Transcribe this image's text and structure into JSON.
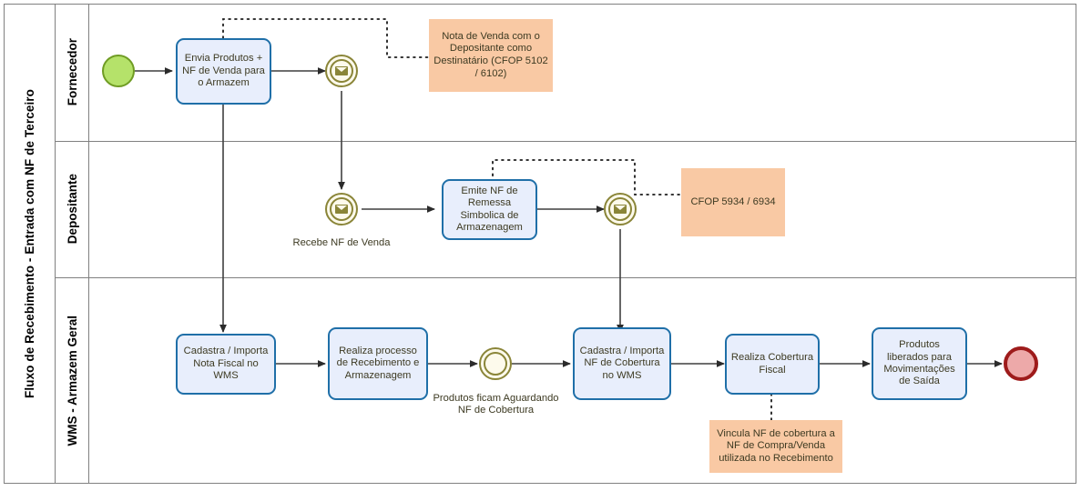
{
  "pool": {
    "title": "Fluxo de Recebimento - Entrada com NF de Terceiro"
  },
  "lanes": [
    {
      "name": "Fornecedor"
    },
    {
      "name": "Depositante"
    },
    {
      "name": "WMS - Armazem Geral"
    }
  ],
  "events": {
    "start": {
      "name": "start-event"
    },
    "msg_send_fornecedor": {
      "name": "message-event-envia-nf"
    },
    "msg_recebe_depositante": {
      "name": "message-event-recebe-nf"
    },
    "msg_emite_depositante": {
      "name": "message-event-emite-nf"
    },
    "intermediate_wait": {
      "name": "intermediate-event-aguardando"
    },
    "end": {
      "name": "end-event"
    }
  },
  "tasks": {
    "envia_produtos": "Envia Produtos + NF de Venda para o Armazem",
    "emite_nf_remessa": "Emite NF de Remessa Simbolica de Armazenagem",
    "cadastra_nota_fiscal": "Cadastra / Importa Nota Fiscal no WMS",
    "realiza_recebimento": "Realiza processo de Recebimento e Armazenagem",
    "cadastra_nf_cobertura": "Cadastra / Importa NF  de Cobertura no WMS",
    "realiza_cobertura": "Realiza Cobertura Fiscal",
    "produtos_liberados": "Produtos liberados para Movimentações de Saída"
  },
  "annotations": {
    "nota_venda": "Nota de Venda com o Depositante como Destinatário (CFOP 5102 / 6102)",
    "cfop_remessa": "CFOP 5934 / 6934",
    "vincula_nf": "Vincula NF de cobertura a NF de Compra/Venda utilizada no Recebimento"
  },
  "labels": {
    "recebe_nf_venda": "Recebe NF de Venda",
    "produtos_aguardando": "Produtos ficam Aguardando\nNF de Cobertura"
  },
  "colors": {
    "task_fill": "#e8eefc",
    "task_border": "#1f6fa8",
    "start_fill": "#b5e26a",
    "start_border": "#6f9c23",
    "end_fill": "#eda9a9",
    "end_border": "#9e1b1b",
    "event_fill": "#fdfaec",
    "event_border": "#8a8538",
    "annotation_fill": "#f9c9a4",
    "lane_border": "#808080",
    "flow_line": "#3f3f3f"
  }
}
